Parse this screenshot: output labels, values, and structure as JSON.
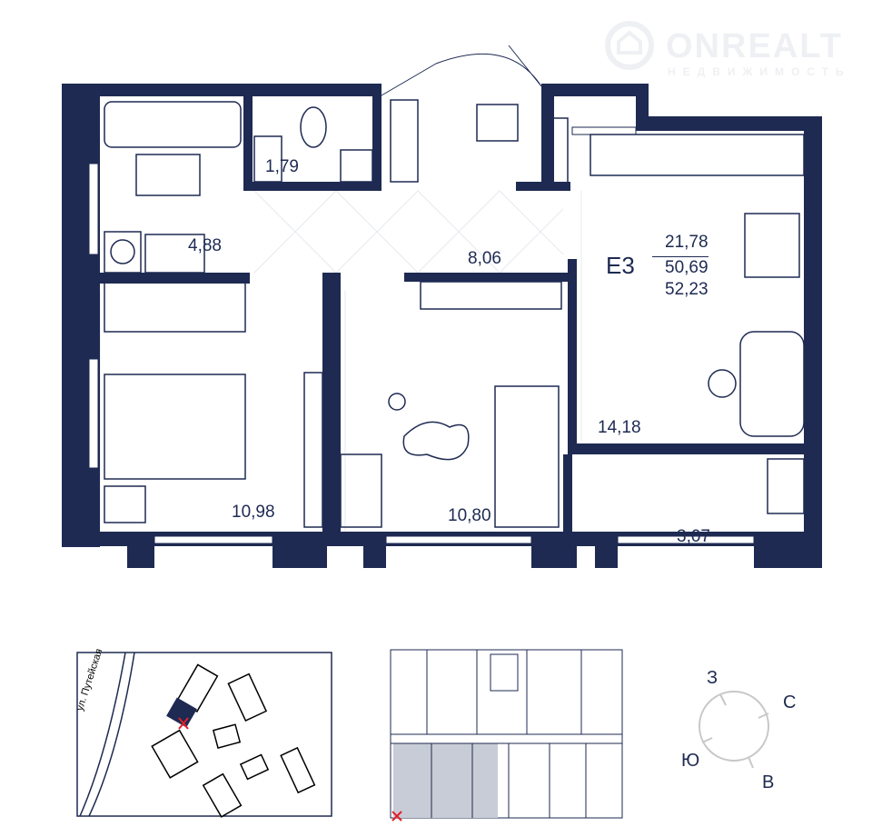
{
  "watermark": {
    "brand": "ONREALT",
    "subtitle": "НЕДВИЖИМОСТЬ"
  },
  "apartment": {
    "code": "Е3",
    "living_area": "21,78",
    "total_area": "50,69",
    "total_area_with_balcony": "52,23"
  },
  "rooms": {
    "wc": "1,79",
    "bathroom": "4,88",
    "hallway": "8,06",
    "bedroom_1": "10,98",
    "bedroom_2": "10,80",
    "kitchen_living": "14,18",
    "loggia": "3,07"
  },
  "site_map": {
    "street": "ул. Путейская"
  },
  "compass": {
    "north": "С",
    "south": "Ю",
    "east": "В",
    "west": "З"
  },
  "colors": {
    "wall": "#1e2a52",
    "marker": "#e0202a",
    "grid": "#dfe3ea"
  }
}
